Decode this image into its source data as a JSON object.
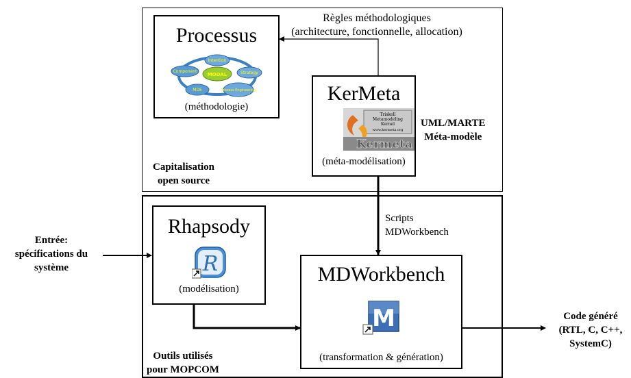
{
  "regions": {
    "capitalisation": {
      "label_line1": "Capitalisation",
      "label_line2": "open source"
    },
    "outils": {
      "label_line1": "Outils utilisés",
      "label_line2": "pour MOPCOM"
    }
  },
  "boxes": {
    "processus": {
      "title": "Processus",
      "caption": "(méthodologie)",
      "diagram_items": [
        "Intention",
        "Component",
        "MODAL",
        "Strategy",
        "MDE",
        "Process Engineering"
      ]
    },
    "kermeta": {
      "title": "KerMeta",
      "caption": "(méta-modélisation)",
      "logo_word": "Kermeta",
      "logo_small_text": [
        "Triskell",
        "Metamodeling",
        "Kernel",
        "www.kermeta.org"
      ]
    },
    "rhapsody": {
      "title": "Rhapsody",
      "caption": "(modélisation)",
      "icon_letter": "R"
    },
    "mdworkbench": {
      "title": "MDWorkbench",
      "caption": "(transformation & génération)",
      "icon_letter": "M"
    }
  },
  "annotations": {
    "regles_line1": "Règles méthodologiques",
    "regles_line2": "(architecture, fonctionnelle, allocation)",
    "uml_line1": "UML/MARTE",
    "uml_line2": "Méta-modèle",
    "scripts_line1": "Scripts",
    "scripts_line2": "MDWorkbench",
    "entree_line1": "Entrée:",
    "entree_line2": "spécifications du",
    "entree_line3": "système",
    "code_line1": "Code généré",
    "code_line2": "(RTL, C, C++,",
    "code_line3": "SystemC)"
  }
}
